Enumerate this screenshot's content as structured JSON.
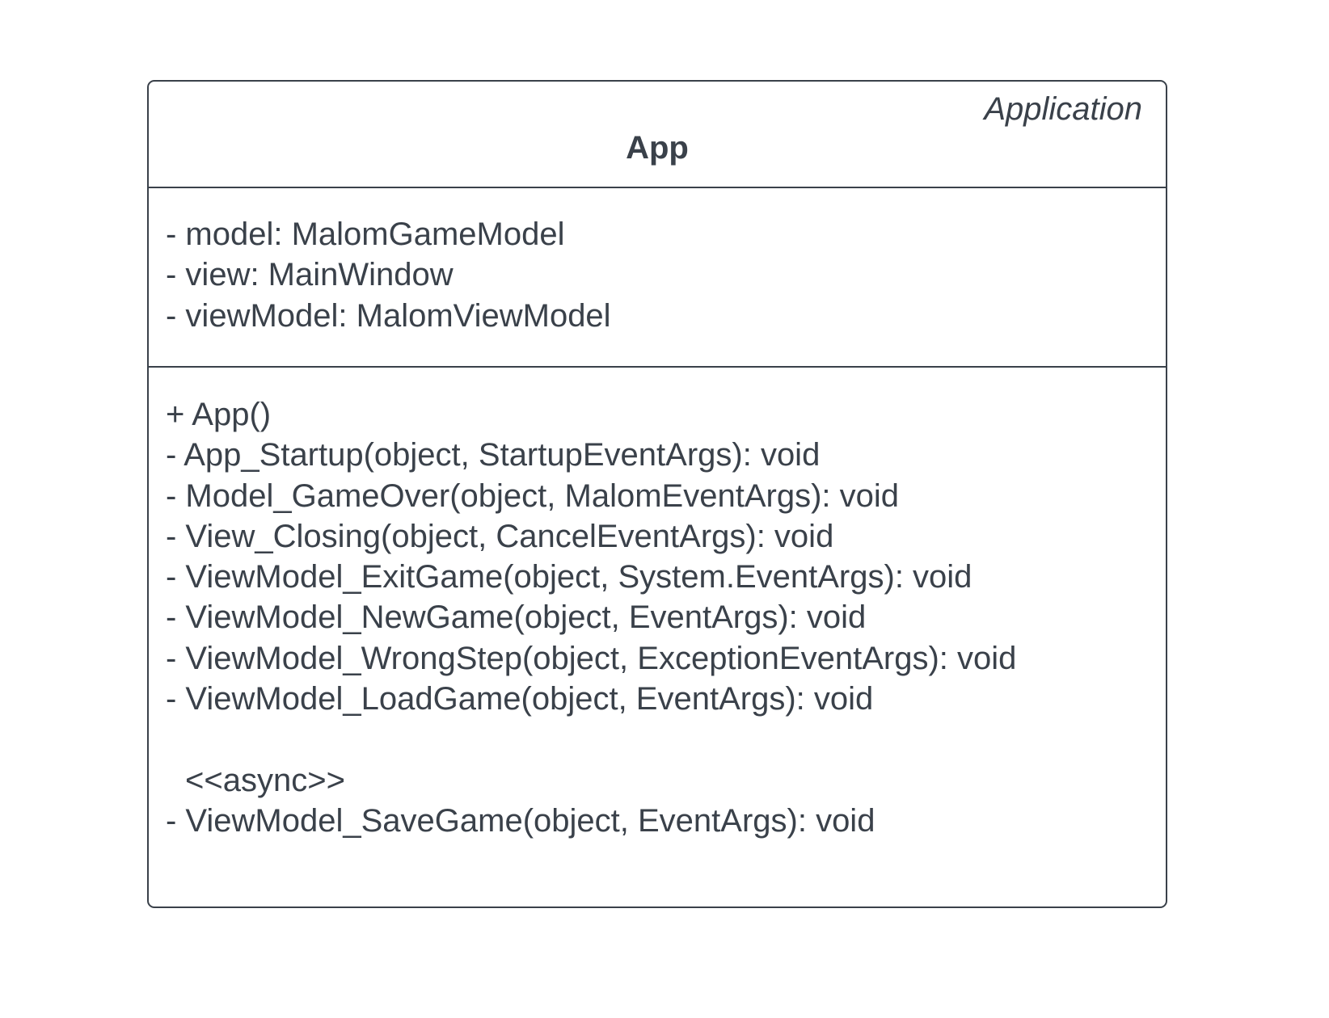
{
  "class": {
    "stereotype": "Application",
    "name": "App",
    "attributes": [
      "- model: MalomGameModel",
      "- view: MainWindow",
      "- viewModel: MalomViewModel"
    ],
    "operations": [
      "+ App()",
      "- App_Startup(object, StartupEventArgs): void",
      "- Model_GameOver(object, MalomEventArgs): void",
      "- View_Closing(object, CancelEventArgs): void",
      "- ViewModel_ExitGame(object, System.EventArgs): void",
      "- ViewModel_NewGame(object, EventArgs): void",
      "- ViewModel_WrongStep(object, ExceptionEventArgs): void",
      "- ViewModel_LoadGame(object, EventArgs): void"
    ],
    "async_stereotype": "<<async>>",
    "async_operations": [
      "- ViewModel_SaveGame(object, EventArgs): void"
    ]
  }
}
